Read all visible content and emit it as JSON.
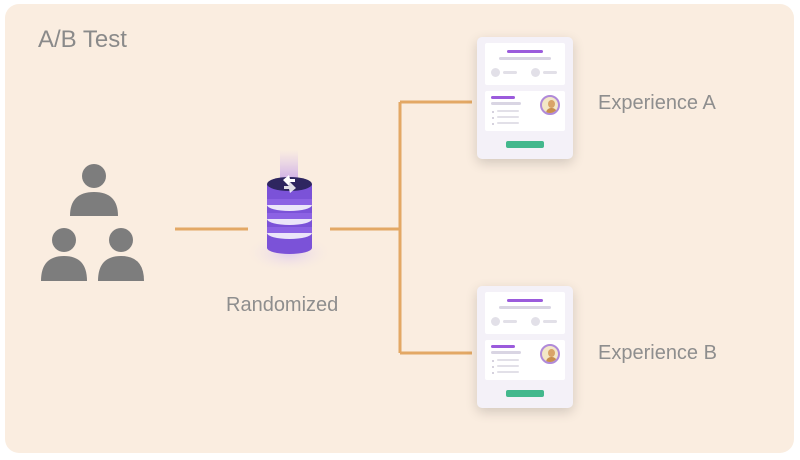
{
  "title": "A/B Test",
  "randomizer_label": "Randomized",
  "experiences": [
    {
      "label": "Experience A"
    },
    {
      "label": "Experience B"
    }
  ],
  "colors": {
    "background": "#faede0",
    "connector": "#e3a865",
    "user_icon": "#7d7d7d",
    "database": "#7b52d8",
    "card_accent": "#9b5bdc",
    "card_button": "#43b88d"
  },
  "icons": [
    "users-group-icon",
    "database-shuffle-icon",
    "avatar-icon"
  ]
}
